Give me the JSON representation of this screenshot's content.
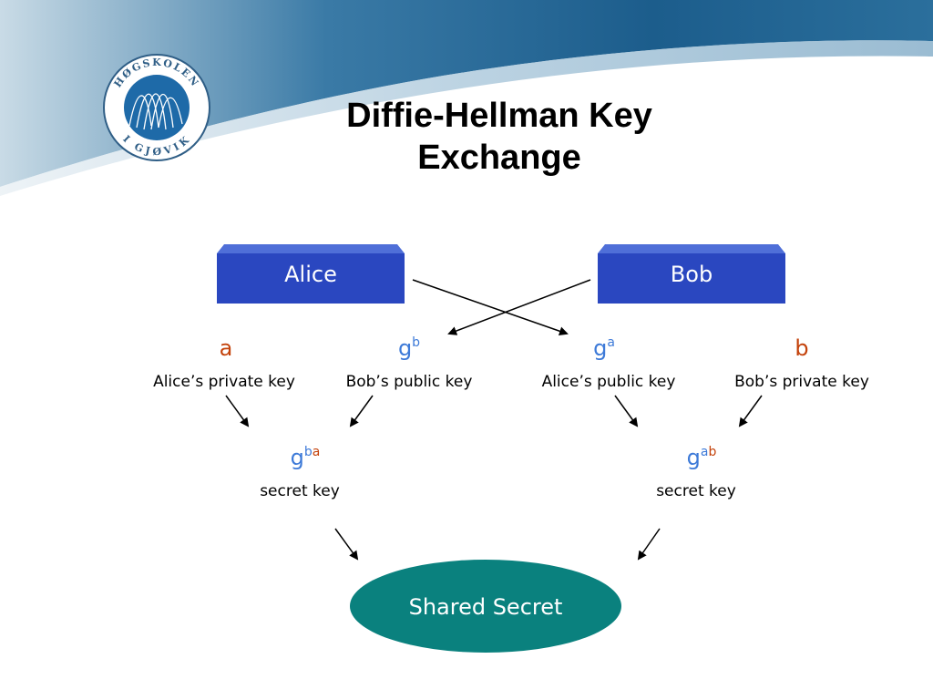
{
  "header": {
    "title_line1": "Diffie-Hellman Key",
    "title_line2": "Exchange"
  },
  "logo": {
    "ring_text_top": "HØGSKOLEN",
    "ring_text_bottom": "I GJØVIK"
  },
  "parties": {
    "alice": "Alice",
    "bob": "Bob"
  },
  "row_keys": [
    {
      "base": "a",
      "exp": "",
      "caption": "Alice’s private key"
    },
    {
      "base": "g",
      "exp": "b",
      "caption": "Bob’s public key"
    },
    {
      "base": "g",
      "exp": "a",
      "caption": "Alice’s public key"
    },
    {
      "base": "b",
      "exp": "",
      "caption": "Bob’s private key"
    }
  ],
  "secrets": [
    {
      "base": "g",
      "exp1": "b",
      "exp2": "a",
      "caption": "secret key"
    },
    {
      "base": "g",
      "exp1": "a",
      "exp2": "b",
      "caption": "secret key"
    }
  ],
  "shared": "Shared Secret",
  "colors": {
    "private": "#c4430c",
    "public": "#3d7ad8",
    "party_box": "#2a47c0",
    "shared": "#0a817e",
    "header": "#1f5f8b"
  }
}
